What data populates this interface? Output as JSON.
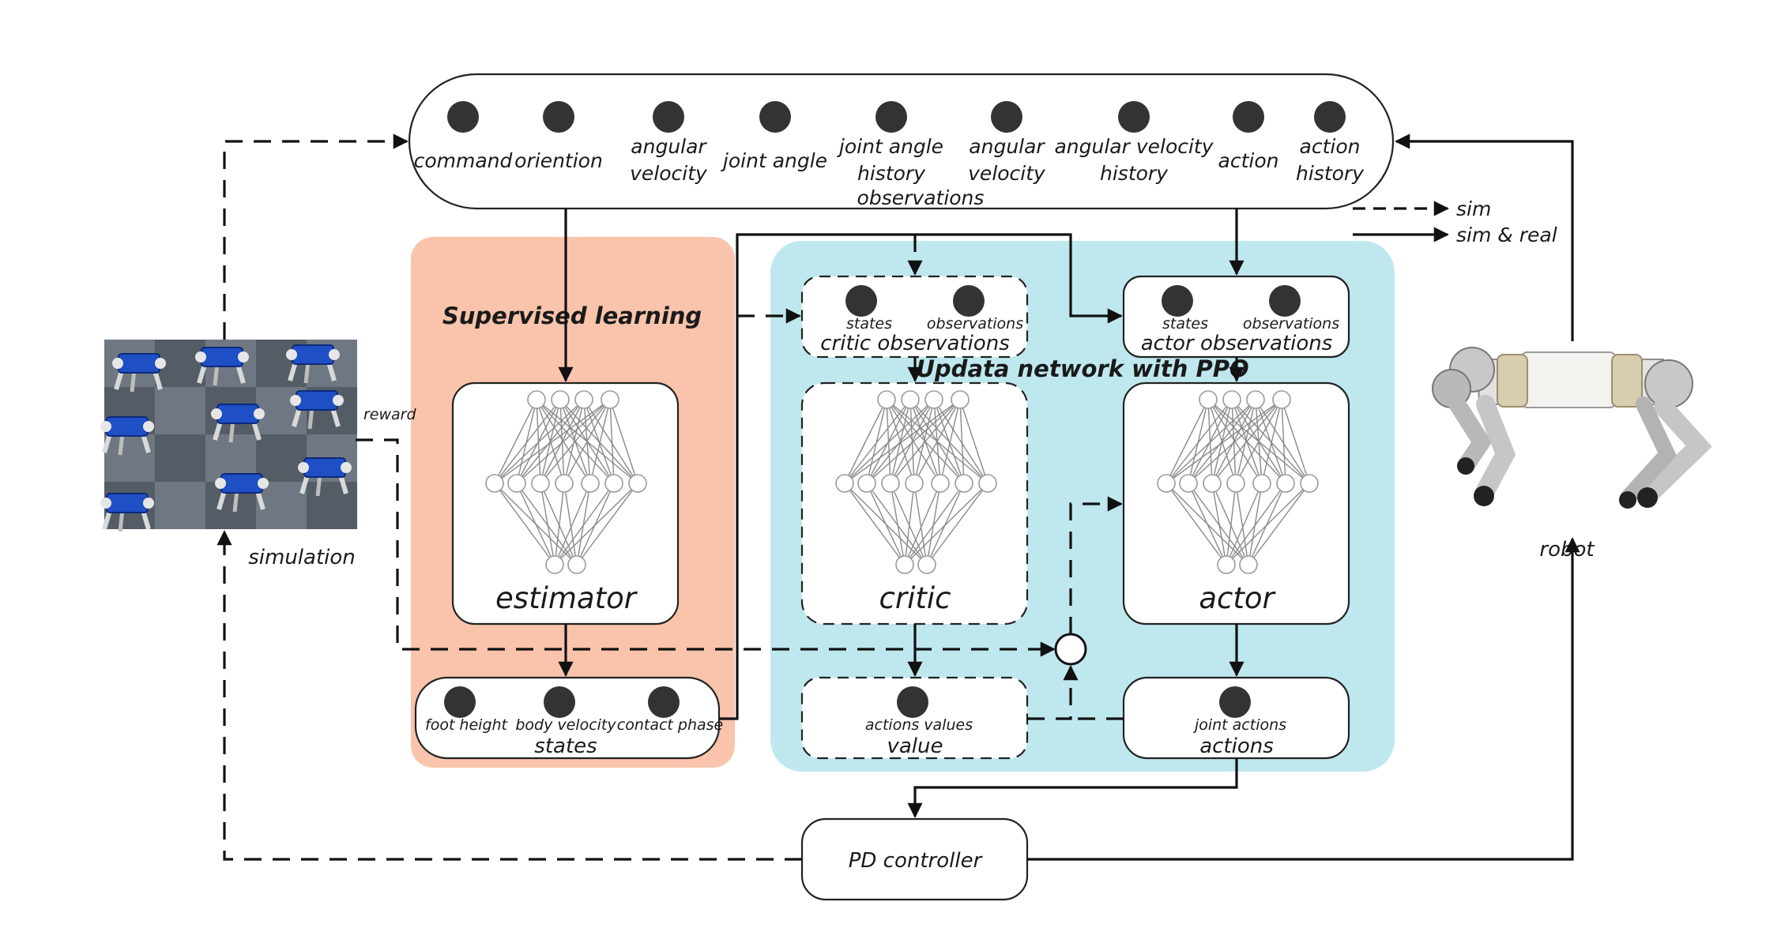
{
  "colors": {
    "supervised_panel": "#f9c4ab",
    "ppo_panel": "#bfe8ee",
    "dot": "#333333",
    "line": "#111111"
  },
  "observations": {
    "title": "observations",
    "items": [
      {
        "lines": [
          "command"
        ]
      },
      {
        "lines": [
          "oriention"
        ]
      },
      {
        "lines": [
          "angular",
          "velocity"
        ]
      },
      {
        "lines": [
          "joint angle"
        ]
      },
      {
        "lines": [
          "joint angle",
          "history"
        ]
      },
      {
        "lines": [
          "angular",
          "velocity"
        ]
      },
      {
        "lines": [
          "angular velocity",
          "history"
        ]
      },
      {
        "lines": [
          "action"
        ]
      },
      {
        "lines": [
          "action",
          "history"
        ]
      }
    ]
  },
  "legend": {
    "sim": "sim",
    "sim_real": "sim & real"
  },
  "supervised": {
    "title": "Supervised learning",
    "estimator": "estimator",
    "states_box": {
      "title": "states",
      "items": [
        "foot height",
        "body velocity",
        "contact phase"
      ]
    }
  },
  "ppo": {
    "title": "Updata network with PPO",
    "critic_obs": {
      "title": "critic observations",
      "items": [
        "states",
        "observations"
      ]
    },
    "actor_obs": {
      "title": "actor observations",
      "items": [
        "states",
        "observations"
      ]
    },
    "critic": "critic",
    "actor": "actor",
    "value_box": {
      "title": "value",
      "item": "actions values"
    },
    "actions_box": {
      "title": "actions",
      "item": "joint actions"
    }
  },
  "simulation": {
    "label": "simulation",
    "reward": "reward"
  },
  "robot": {
    "label": "robot"
  },
  "pd_controller": "PD controller"
}
